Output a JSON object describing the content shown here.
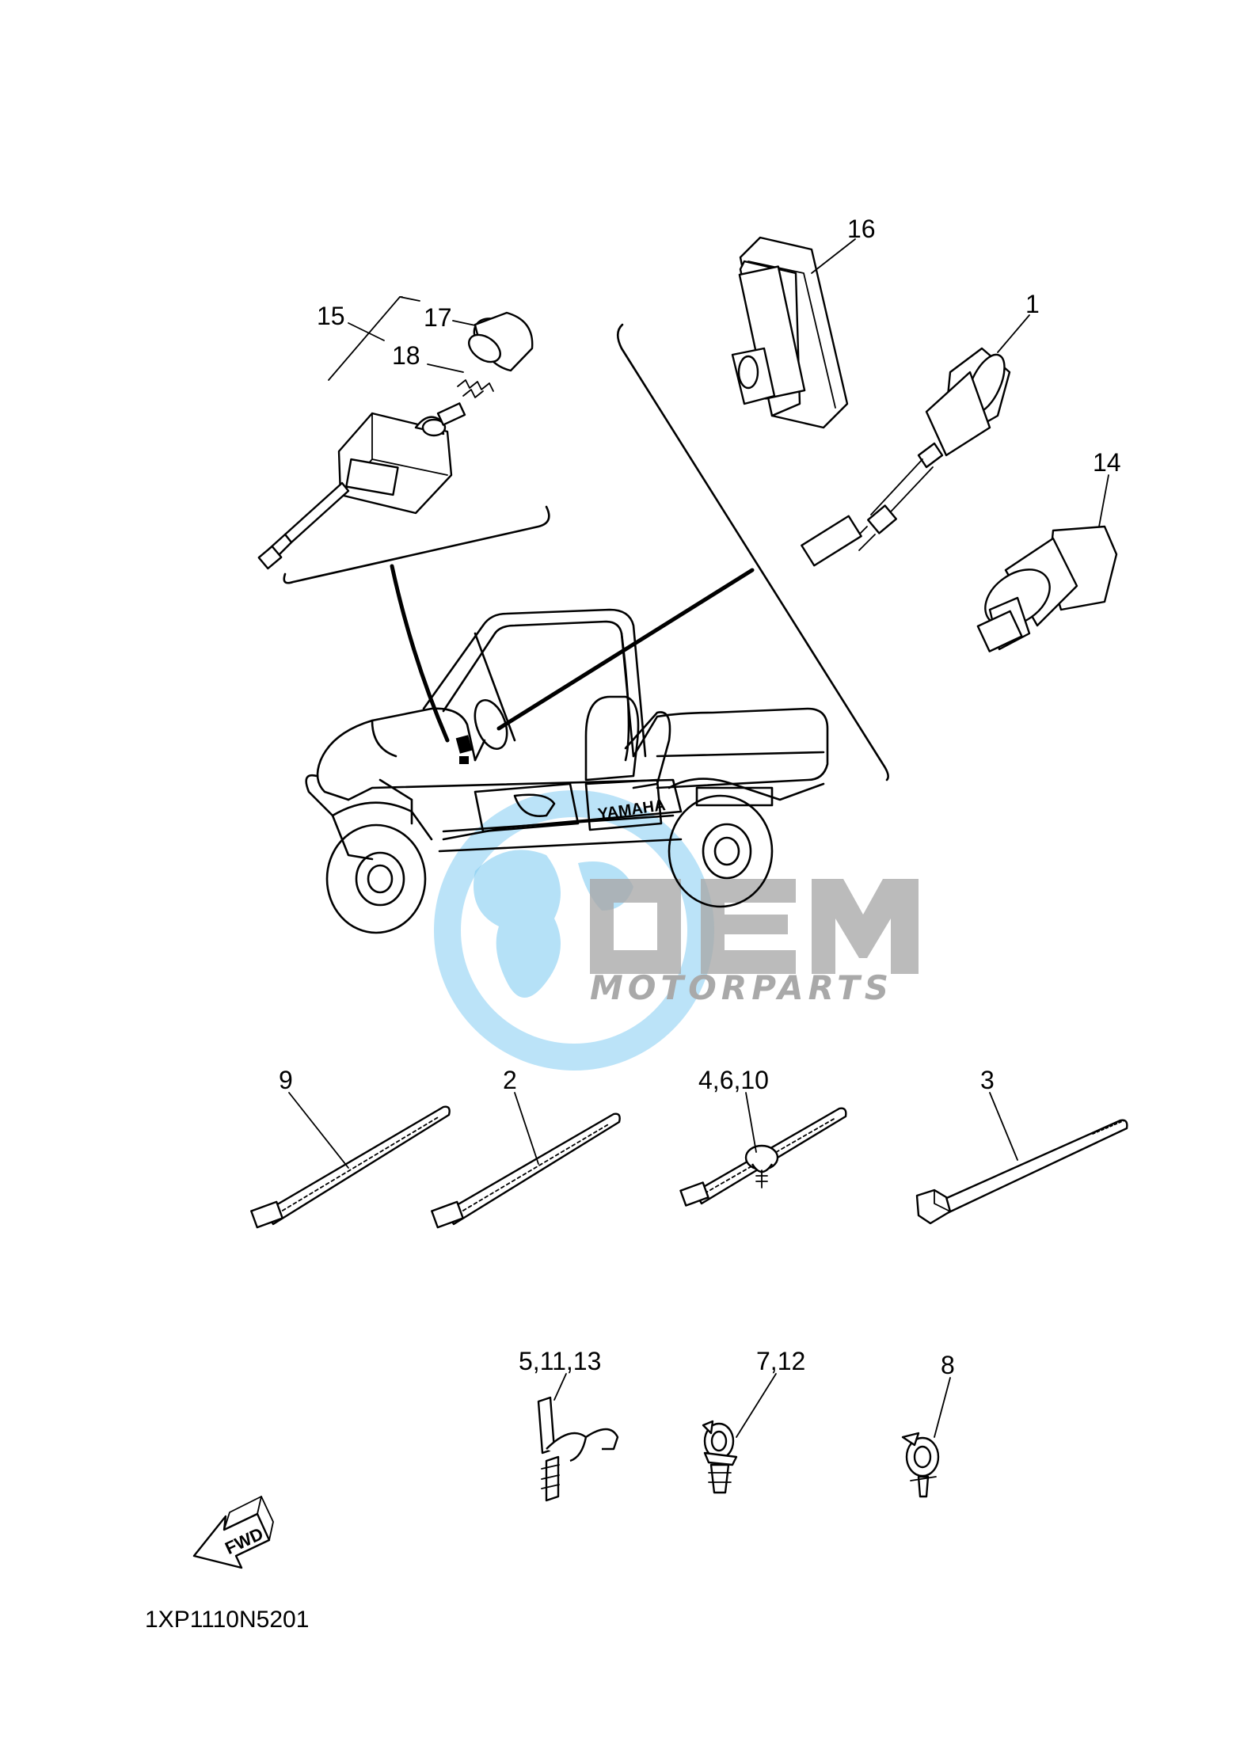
{
  "diagram_code": "1XP1110N5201",
  "fwd_arrow_text": "FWD",
  "watermark": {
    "brand": "OEM",
    "tagline": "MOTORPARTS",
    "globe_color": "#6cc3ef",
    "text_color": "#9a9a9a"
  },
  "vehicle_decal": "YAMAHA",
  "callouts": {
    "c1": "1",
    "c2": "2",
    "c3": "3",
    "c4_6_10": "4,6,10",
    "c5_11_13": "5,11,13",
    "c7_12": "7,12",
    "c8": "8",
    "c9": "9",
    "c14": "14",
    "c15": "15",
    "c16": "16",
    "c17": "17",
    "c18": "18"
  }
}
